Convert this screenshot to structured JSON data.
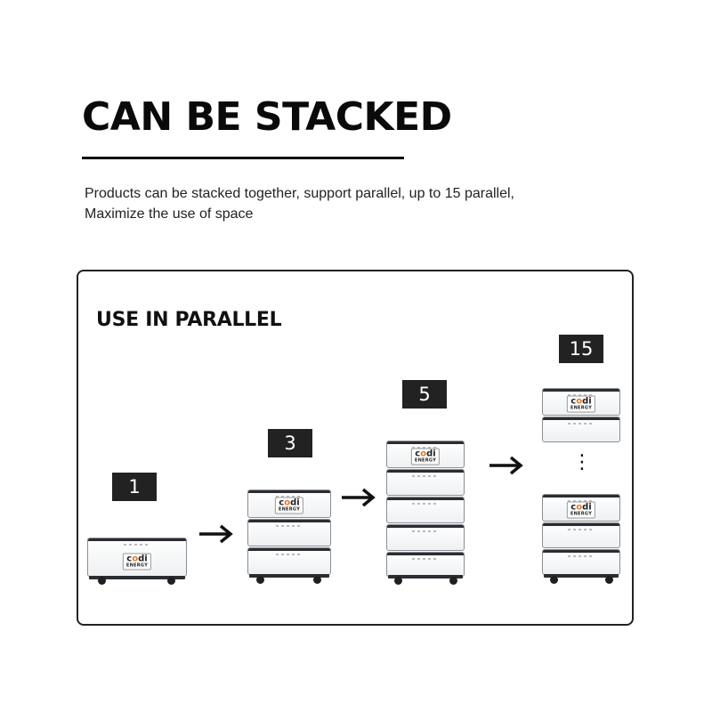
{
  "header": {
    "title": "CAN BE STACKED",
    "subtitle_line1": "Products can be stacked together, support parallel, up to 15 parallel,",
    "subtitle_line2": "Maximize the use of space"
  },
  "panel": {
    "title": "USE IN PARALLEL",
    "stacks": [
      {
        "count_label": "1"
      },
      {
        "count_label": "3"
      },
      {
        "count_label": "5"
      },
      {
        "count_label": "15"
      }
    ],
    "ellipsis": "⋮",
    "arrow_icon": "right-arrow-icon",
    "accent_color": "#e8772a"
  },
  "logo": {
    "word_prefix": "c",
    "word_accent": "o",
    "word_suffix": "di",
    "sub": "ENERGY"
  }
}
